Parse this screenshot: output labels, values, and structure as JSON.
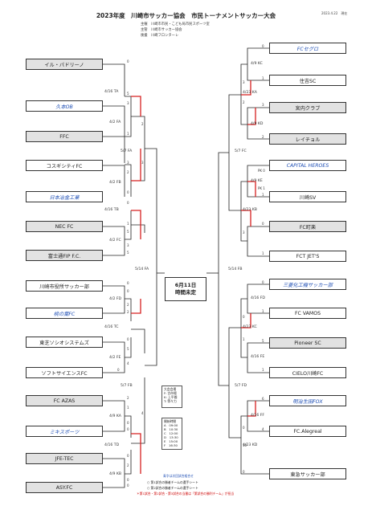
{
  "header": {
    "title": "2023年度　川崎市サッカー協会　市民トーナメントサッカー大会",
    "date": "2023.4.22　現在",
    "organizers": [
      "主催　川崎市市民・こども局市民スポーツ室",
      "主管　川崎市サッカー協会",
      "後援　川崎フロンターレ"
    ]
  },
  "left_teams": [
    {
      "name": "イル・パドリーノ",
      "style": "shaded"
    },
    {
      "name": "久本OB",
      "style": "blue"
    },
    {
      "name": "FFC",
      "style": "shaded"
    },
    {
      "name": "コスギシティFC",
      "style": "plain"
    },
    {
      "name": "日本冶金工業",
      "style": "blue"
    },
    {
      "name": "NEC FC",
      "style": "shaded"
    },
    {
      "name": "富士通FIP F.C.",
      "style": "shaded"
    },
    {
      "name": "川崎市役所サッカー部",
      "style": "plain"
    },
    {
      "name": "桃の葉FC",
      "style": "blue"
    },
    {
      "name": "東芝ソシオシステムズ",
      "style": "plain"
    },
    {
      "name": "ソフトサイエンスFC",
      "style": "plain"
    },
    {
      "name": "FC AZAS",
      "style": "shaded"
    },
    {
      "name": "ミキスポーツ",
      "style": "blue"
    },
    {
      "name": "JFE-TEC",
      "style": "shaded"
    },
    {
      "name": "ASY.FC",
      "style": "shaded"
    }
  ],
  "right_teams": [
    {
      "name": "FCセグロ",
      "style": "blue"
    },
    {
      "name": "住吉SC",
      "style": "plain"
    },
    {
      "name": "宮内クラブ",
      "style": "shaded"
    },
    {
      "name": "レイチョル",
      "style": "shaded"
    },
    {
      "name": "CAPITAL HEROES",
      "style": "blue"
    },
    {
      "name": "川崎SV",
      "style": "plain"
    },
    {
      "name": "FC町楽",
      "style": "shaded"
    },
    {
      "name": "FCT JET'S",
      "style": "plain"
    },
    {
      "name": "三菱化工機サッカー部",
      "style": "blue"
    },
    {
      "name": "FC VAMOS",
      "style": "plain"
    },
    {
      "name": "Pioneer SC",
      "style": "shaded"
    },
    {
      "name": "CIELO川崎FC",
      "style": "plain"
    },
    {
      "name": "明治生田FOX",
      "style": "blue"
    },
    {
      "name": "FC.Alegreal",
      "style": "plain"
    },
    {
      "name": "東急サッカー部",
      "style": "plain"
    }
  ],
  "left_rounds": [
    "4/16 TA",
    "4/2 FA",
    "5/7 FA",
    "4/2 FB",
    "4/16 TB",
    "4/2 FC",
    "5/14 FA",
    "4/2 FD",
    "4/16 TC",
    "4/2 FE",
    "5/7 FB",
    "4/9 KA",
    "4/16 TD",
    "4/9 KB"
  ],
  "right_rounds": [
    "4/9 KC",
    "4/23 KA",
    "4/9 KD",
    "5/7 FC",
    "4/9 KE",
    "4/23 KB",
    "5/14 FB",
    "4/16 FD",
    "4/23 KC",
    "4/16 FE",
    "5/7 FD",
    "4/16 FF",
    "4/23 KD"
  ],
  "scores_left": [
    "0",
    "5",
    "3",
    "1",
    "2",
    "3",
    "3",
    "2",
    "0",
    "0",
    "1",
    "5",
    "3",
    "5",
    "0",
    "0",
    "2",
    "2",
    "0",
    "5",
    "4",
    "0",
    "2",
    "1",
    "0",
    "0",
    "4",
    "0",
    "2",
    "0",
    "0",
    "4",
    "0",
    "7",
    "0",
    "1",
    "1",
    "7"
  ],
  "scores_right": [
    "0",
    "1",
    "3",
    "2",
    "2",
    "3",
    "4",
    "5",
    "PK 0",
    "PK 1",
    "1",
    "0",
    "1",
    "3",
    "0",
    "1",
    "0",
    "5",
    "1",
    "1",
    "6",
    "4",
    "0",
    "0",
    "7",
    "2",
    "0",
    "1",
    "4",
    "3",
    "0",
    "1",
    "10",
    "0"
  ],
  "final": {
    "line1": "6月11日",
    "line2": "時間未定"
  },
  "venue_info": {
    "title": "大会会場",
    "lines": [
      "F: 古市場",
      "K: 上平間",
      "T: 等々力"
    ]
  },
  "time_info": {
    "title": "開始時間",
    "lines": [
      "A　09:00",
      "B　10:30",
      "C　12:00",
      "D　13:30",
      "E　15:00",
      "F　16:30"
    ]
  },
  "legend": {
    "blue_note": "青字は次回試合組合せ",
    "lines": [
      "○ 第1試合の勝者チームの選手シート",
      "○ 第2試合の勝者チームの選手シート",
      "＊第1試合・第2試合・第3試合の当番は「第試合の勝利チーム」が担当"
    ]
  }
}
